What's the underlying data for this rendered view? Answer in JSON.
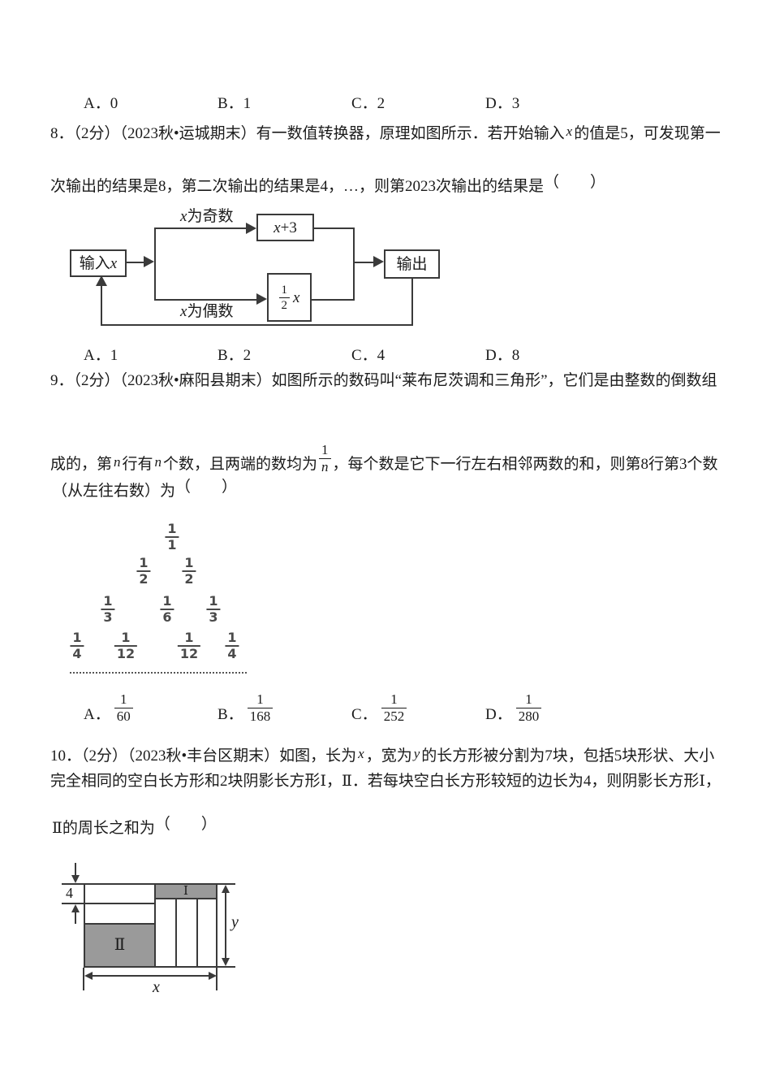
{
  "q7": {
    "options": [
      "A．0",
      "B．1",
      "C．2",
      "D．3"
    ]
  },
  "q8": {
    "line1": [
      "8．（2分）（2023秋•运城期末）有一数值转换器，原理如图所示．若开始输入",
      "x",
      "的值是5，可发现第一"
    ],
    "line2": "次输出的结果是8，第二次输出的结果是4，…，则第2023次输出的结果是",
    "answer_paren": "（　　）",
    "flowchart": {
      "input": [
        "输入",
        "x"
      ],
      "odd_label": [
        "x",
        "为奇数"
      ],
      "even_label": [
        "x",
        "为偶数"
      ],
      "odd_box": [
        "x",
        "+3"
      ],
      "even_box": {
        "num": "1",
        "den": "2",
        "var": "x"
      },
      "output": "输出"
    },
    "options": [
      "A．1",
      "B．2",
      "C．4",
      "D．8"
    ]
  },
  "q9": {
    "line1": "9．（2分）（2023秋•麻阳县期末）如图所示的数码叫“莱布尼茨调和三角形”，它们是由整数的倒数组",
    "line2": [
      "成的，第",
      "n",
      "行有",
      "n",
      "个数，且两端的数均为",
      "，每个数是它下一行左右相邻两数的和，则第8行第3个数"
    ],
    "inline_frac": {
      "num": "1",
      "den": "n"
    },
    "line3": "（从左往右数）为",
    "answer_paren": "（　　）",
    "triangle": [
      [
        {
          "n": "1",
          "d": "1"
        }
      ],
      [
        {
          "n": "1",
          "d": "2"
        },
        {
          "n": "1",
          "d": "2"
        }
      ],
      [
        {
          "n": "1",
          "d": "3"
        },
        {
          "n": "1",
          "d": "6"
        },
        {
          "n": "1",
          "d": "3"
        }
      ],
      [
        {
          "n": "1",
          "d": "4"
        },
        {
          "n": "1",
          "d": "12"
        },
        {
          "n": "1",
          "d": "12"
        },
        {
          "n": "1",
          "d": "4"
        }
      ]
    ],
    "options": [
      {
        "label": "A．",
        "num": "1",
        "den": "60"
      },
      {
        "label": "B．",
        "num": "1",
        "den": "168"
      },
      {
        "label": "C．",
        "num": "1",
        "den": "252"
      },
      {
        "label": "D．",
        "num": "1",
        "den": "280"
      }
    ]
  },
  "q10": {
    "line1": [
      "10．（2分）（2023秋•丰台区期末）如图，长为",
      "x",
      "，宽为",
      "y",
      "的长方形被分割为7块，包括5块形状、大小"
    ],
    "line2": "完全相同的空白长方形和2块阴影长方形Ⅰ，Ⅱ．若每块空白长方形较短的边长为4，则阴影长方形Ⅰ，",
    "line3": "Ⅱ的周长之和为",
    "answer_paren": "（　　）",
    "diagram": {
      "dim": "4",
      "region_I": "Ⅰ",
      "region_II": "Ⅱ",
      "width_label": "x",
      "height_label": "y",
      "shade_color": "#9a9a9a"
    }
  },
  "colors": {
    "text": "#1b1b1b",
    "line": "#3a3a3a",
    "triangle_frac": "#4a4a4a",
    "shade": "#9a9a9a"
  }
}
